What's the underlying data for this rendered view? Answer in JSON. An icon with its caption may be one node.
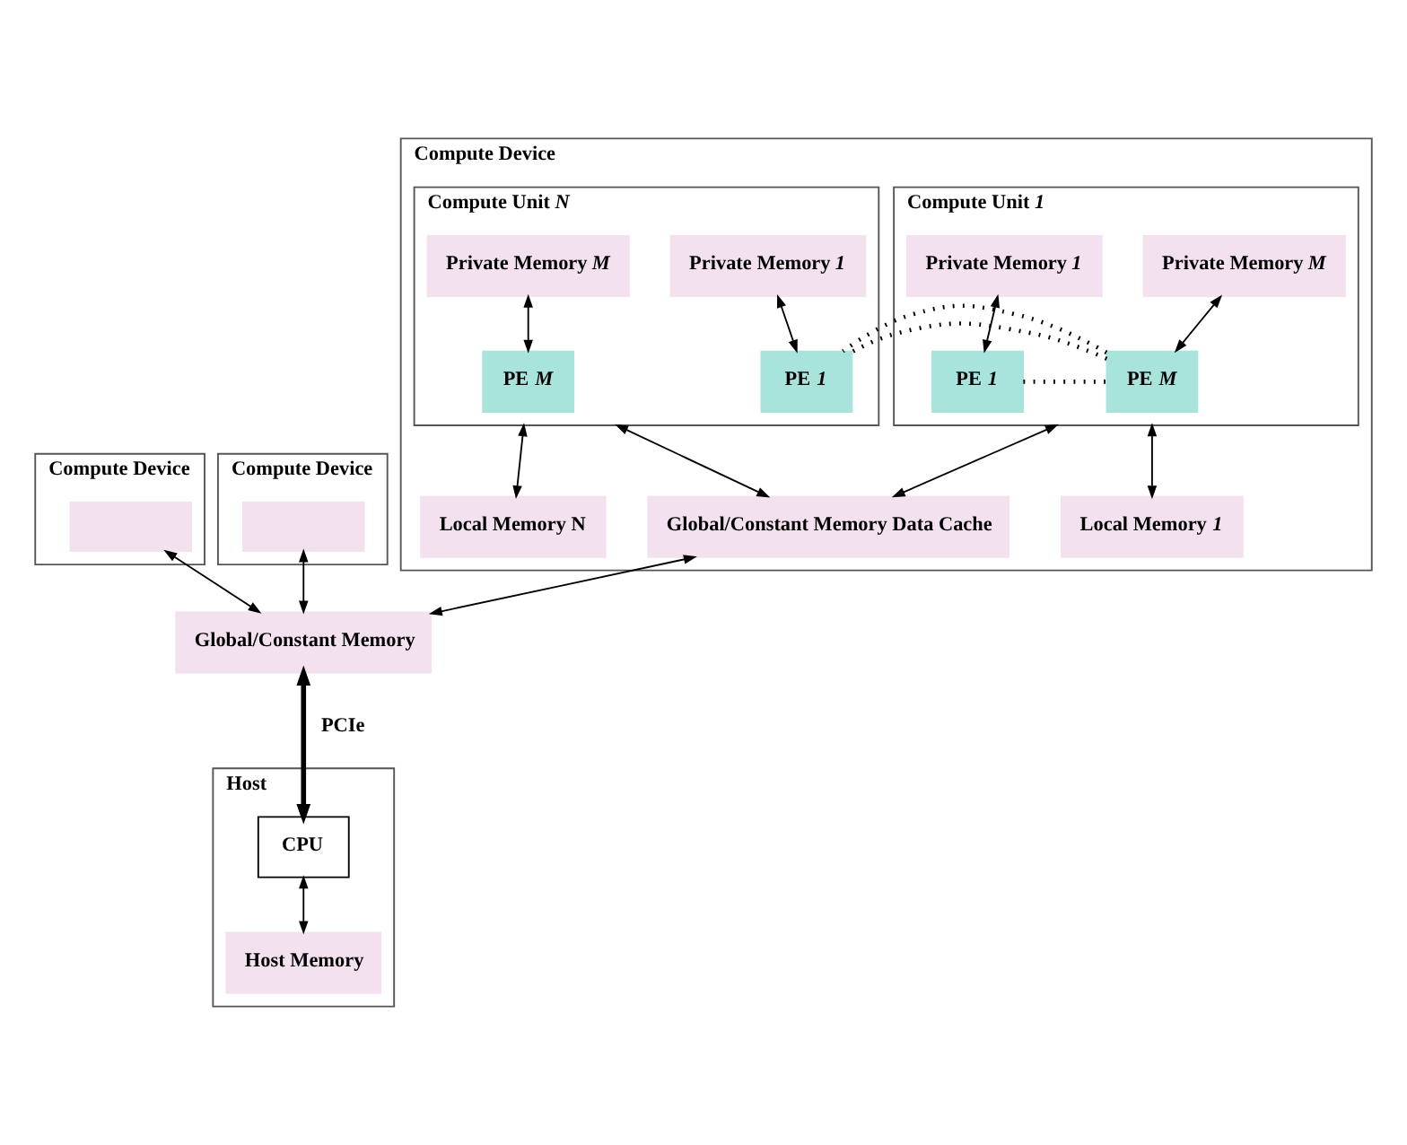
{
  "diagram": {
    "nodes": [
      {
        "text": [
          "Compute Device"
        ]
      },
      {
        "text": [],
        "shape": "box",
        "in": 0
      },
      {
        "text": [
          "Compute Device"
        ]
      },
      {
        "text": [],
        "shape": "box",
        "in": 2
      },
      {
        "text": [
          "Compute Device"
        ]
      },
      {
        "text": [
          "Compute Unit *1*"
        ],
        "in": 4
      },
      {
        "text": [
          "Private Memory *1*"
        ],
        "in": 5
      },
      {
        "text": [
          "Private Memory *M*"
        ],
        "in": 5
      },
      {
        "text": [
          "PE *1*"
        ],
        "in": 5
      },
      {
        "text": [
          "PE *M*"
        ],
        "in": 5
      },
      {
        "text": [
          "Compute Unit *N*"
        ],
        "in": 4
      },
      {
        "text": [
          "Private Memory *1*"
        ],
        "in": 10
      },
      {
        "text": [
          "Private Memory *M*"
        ],
        "in": 10
      },
      {
        "text": [
          "PE *1*"
        ],
        "in": 10
      },
      {
        "text": [
          "PE *M*"
        ],
        "in": 10
      },
      {
        "text": [
          "Local Memory *1*"
        ],
        "in": 4
      },
      {
        "text": [
          "Local Memory N"
        ],
        "in": 4
      },
      {
        "text": [
          "Global/Constant Memory Data Cache"
        ],
        "in": 4
      },
      {
        "text": [
          "Global/Constant Memory"
        ]
      },
      {
        "text": [
          "Host"
        ]
      },
      {
        "text": [
          "CPU"
        ],
        "in": 19
      },
      {
        "text": [
          "Host Memory"
        ],
        "in": 19
      }
    ],
    "edges": [
      {
        "from": 6,
        "to": 8,
        "arrow": "both"
      },
      {
        "from": 7,
        "to": 9,
        "arrow": "both"
      },
      {
        "from": 8,
        "to": 9,
        "arrow": "none",
        "style": "dashed"
      },
      {
        "from": 11,
        "to": 13,
        "arrow": "both"
      },
      {
        "from": 12,
        "to": 14,
        "arrow": "both"
      },
      {
        "from": 5,
        "to": 10,
        "arrow": "none",
        "style": "dashed"
      },
      {
        "from": 5,
        "to": 15,
        "arrow": "both"
      },
      {
        "from": 5,
        "to": 17,
        "arrow": "both"
      },
      {
        "from": 10,
        "to": 16,
        "arrow": "both"
      },
      {
        "from": 10,
        "to": 17,
        "arrow": "both"
      },
      {
        "from": 1,
        "to": 18,
        "arrow": "both"
      },
      {
        "from": 3,
        "to": 18,
        "arrow": "both"
      },
      {
        "from": 17,
        "to": 18,
        "arrow": "both"
      },
      {
        "from": 18,
        "to": 20,
        "arrow": "both",
        "label": "PCIe",
        "style": "thick"
      },
      {
        "from": 20,
        "to": 21,
        "arrow": "both"
      }
    ]
  }
}
